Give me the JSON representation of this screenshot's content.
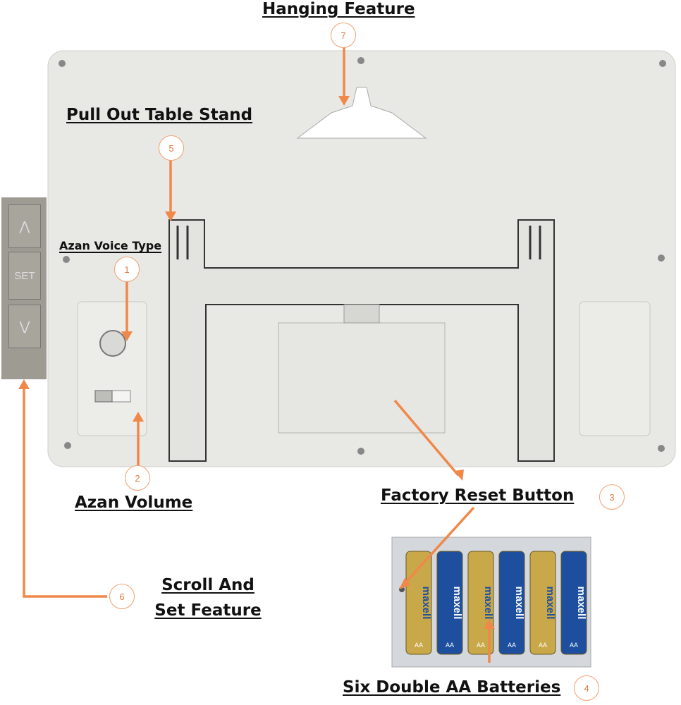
{
  "colors": {
    "accent": "#f0884a",
    "device": "#e9e9e6",
    "battery_gold": "#c9a84a",
    "battery_blue": "#1d4f9e"
  },
  "callouts": [
    {
      "number": "7",
      "label": "Hanging Feature"
    },
    {
      "number": "5",
      "label": "Pull Out Table Stand"
    },
    {
      "number": "1",
      "label": "Azan Voice Type"
    },
    {
      "number": "2",
      "label": "Azan Volume"
    },
    {
      "number": "3",
      "label": "Factory Reset Button"
    },
    {
      "number": "4",
      "label": "Six Double AA Batteries"
    },
    {
      "number": "6",
      "label": "Scroll And Set Feature"
    }
  ],
  "side_buttons": {
    "up": "⋀",
    "set": "SET",
    "down": "⋁"
  },
  "battery": {
    "brand": "maxell",
    "size": "AA"
  }
}
